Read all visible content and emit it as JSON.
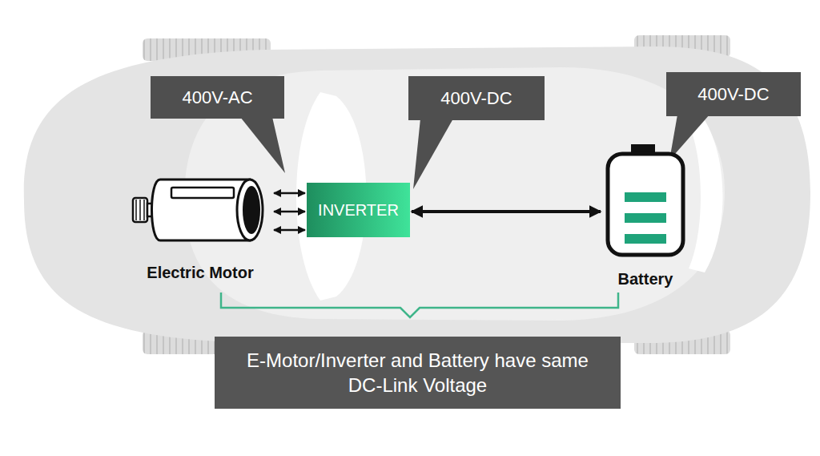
{
  "diagram": {
    "nodes": [
      {
        "text": [
          "400V-AC"
        ]
      },
      {
        "text": [
          "400V-DC"
        ]
      },
      {
        "text": [
          "400V-DC"
        ]
      },
      {
        "text": [
          "Electric Motor"
        ]
      },
      {
        "text": [
          "INVERTER"
        ]
      },
      {
        "text": [
          "Battery"
        ]
      },
      {
        "text": [
          "E-Motor/Inverter and Battery have same DC-Link Voltage"
        ]
      }
    ],
    "edges": [
      {
        "from": 3,
        "to": 4,
        "arrow": "both"
      },
      {
        "from": 3,
        "to": 4,
        "arrow": "both"
      },
      {
        "from": 3,
        "to": 4,
        "arrow": "both"
      },
      {
        "from": 4,
        "to": 5,
        "arrow": "both"
      }
    ]
  }
}
